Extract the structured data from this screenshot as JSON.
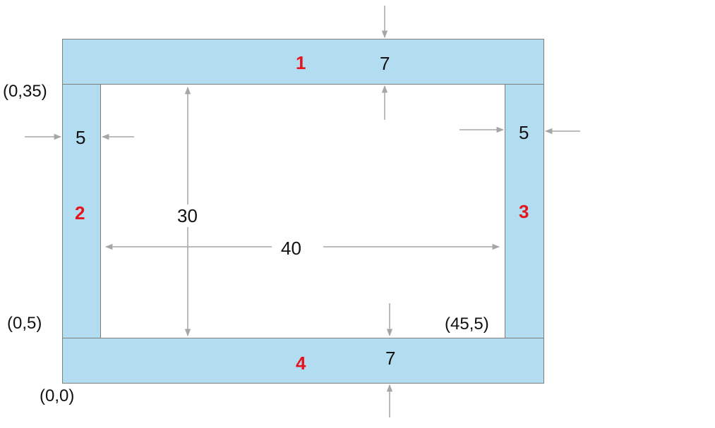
{
  "colors": {
    "plate_fill": "#b2dcf0",
    "plate_border": "#7f7f7f",
    "arrow": "#a6a6a6",
    "part_label": "#e8141b",
    "text": "#111111"
  },
  "parts": {
    "top": "1",
    "left": "2",
    "right": "3",
    "bottom": "4"
  },
  "dimensions": {
    "top_thickness": "7",
    "bottom_thickness": "7",
    "left_width": "5",
    "right_width": "5",
    "inner_height": "30",
    "inner_width": "40"
  },
  "coordinates": {
    "c_0_35": "(0,35)",
    "c_0_5": "(0,5)",
    "c_45_5": "(45,5)",
    "c_0_0": "(0,0)"
  }
}
